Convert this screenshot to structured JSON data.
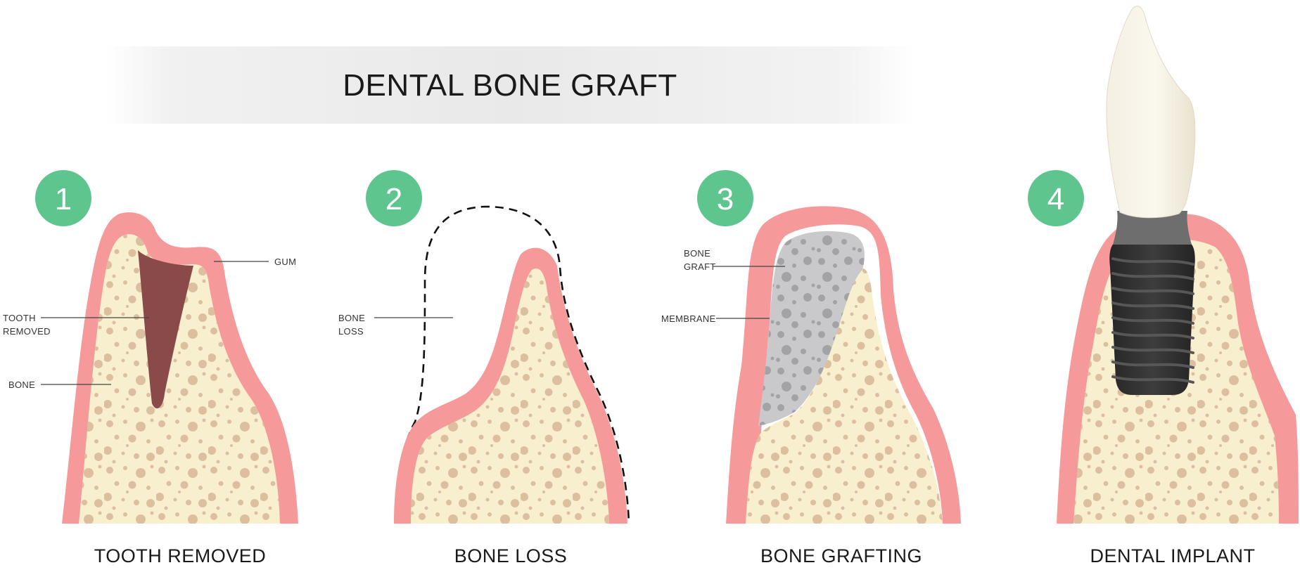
{
  "title": "DENTAL BONE GRAFT",
  "colors": {
    "gum": "#f6999b",
    "bone": "#f8efcf",
    "pore": "#dcbf9e",
    "socket": "#8b4a4a",
    "graft": "#c9c9cb",
    "graft_pore": "#a3a3a6",
    "badge": "#5ec58f",
    "implant": "#2f2f2f",
    "abutment": "#6e6e6e",
    "crown": "#f6f1e4"
  },
  "steps": [
    {
      "number": "1",
      "caption": "TOOTH REMOVED",
      "labels": {
        "gum": "GUM",
        "tooth1": "TOOTH",
        "tooth2": "REMOVED",
        "bone": "BONE"
      }
    },
    {
      "number": "2",
      "caption": "BONE LOSS",
      "labels": {
        "loss1": "BONE",
        "loss2": "LOSS"
      }
    },
    {
      "number": "3",
      "caption": "BONE GRAFTING",
      "labels": {
        "graft1": "BONE",
        "graft2": "GRAFT",
        "membrane": "MEMBRANE"
      }
    },
    {
      "number": "4",
      "caption": "DENTAL IMPLANT",
      "labels": {}
    }
  ]
}
